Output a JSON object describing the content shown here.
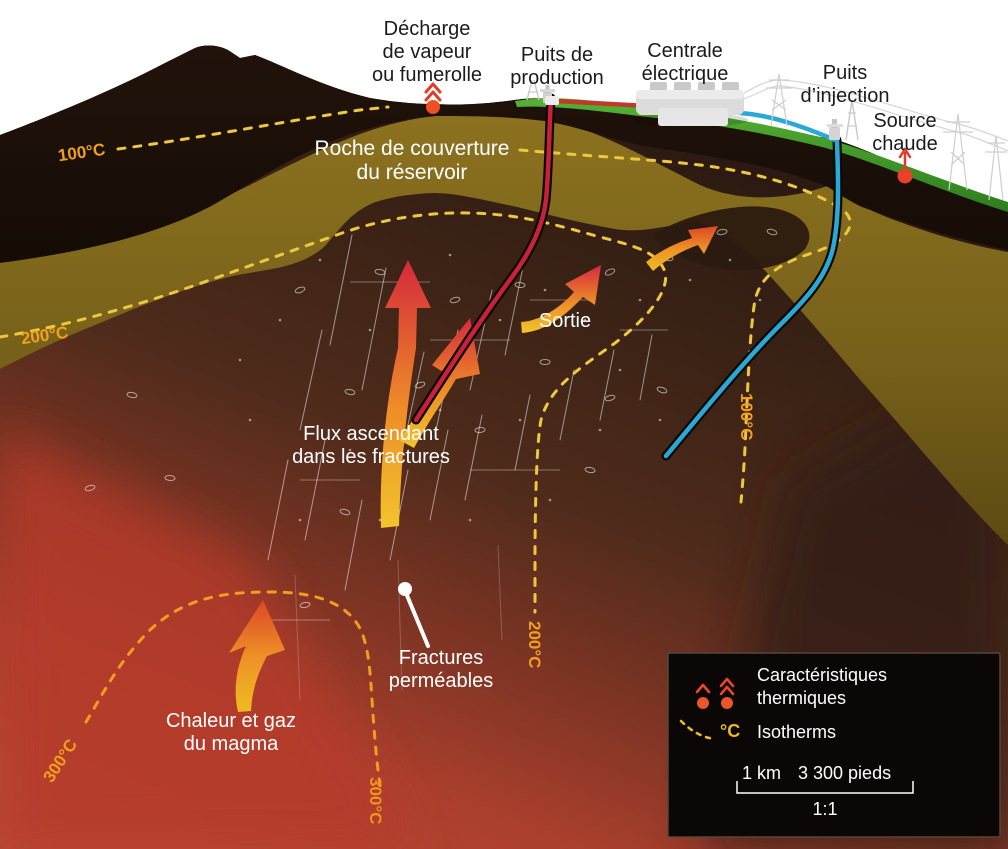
{
  "surface_labels": {
    "discharge": [
      "Décharge",
      "de vapeur",
      "ou fumerolle"
    ],
    "production_well": [
      "Puits de",
      "production"
    ],
    "power_plant": [
      "Centrale",
      "électrique"
    ],
    "injection_well": [
      "Puits",
      "d’injection"
    ],
    "hot_spring": [
      "Source",
      "chaude"
    ]
  },
  "underground_labels": {
    "cap_rock": [
      "Roche de couverture",
      "du réservoir"
    ],
    "outlet": "Sortie",
    "ascending_flow": [
      "Flux ascendant",
      "dans les fractures"
    ],
    "permeable_fractures": [
      "Fractures",
      "perméables"
    ],
    "magma_heat": [
      "Chaleur et gaz",
      "du magma"
    ]
  },
  "isotherm_labels": {
    "left_100": "100°C",
    "left_200": "200°C",
    "left_300": "300°C",
    "bottom_300": "300°C",
    "mid_200": "200°C",
    "right_100": "100°C"
  },
  "legend": {
    "thermal_features": [
      "Caractéristiques",
      "thermiques"
    ],
    "isotherm_entry": "Isotherms",
    "isotherm_unit": "°C",
    "scale_km": "1 km",
    "scale_feet": "3 300 pieds",
    "scale_ratio": "1:1"
  },
  "colors": {
    "isotherm_yellow": "#eec740",
    "isotherm_orange": "#f09e22",
    "thermal_feature_red": "#e8402a",
    "production_pipe_red": "#c8213a",
    "injection_pipe_blue": "#2aa8d6",
    "temperature_text": "#f1a01d",
    "cap_rock_olive": "#7a6418",
    "magma_red": "#ba4834"
  }
}
